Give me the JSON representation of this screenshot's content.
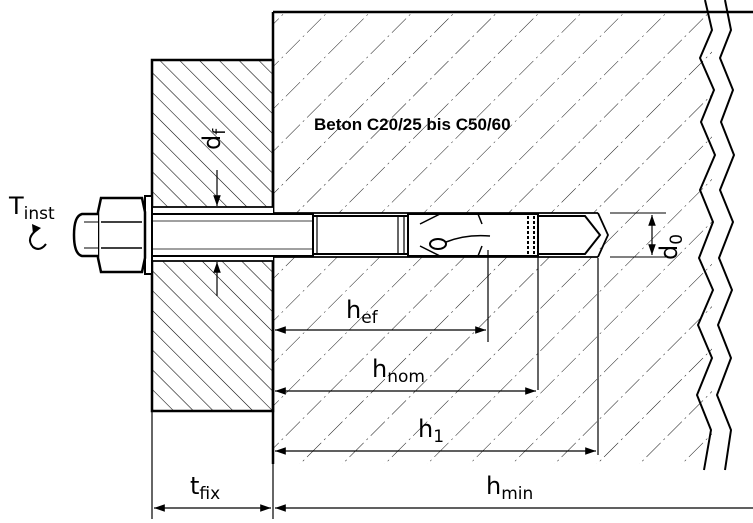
{
  "material_label": "Beton C20/25 bis C50/60",
  "labels": {
    "t_inst": {
      "main": "T",
      "sub": "inst"
    },
    "d_f": {
      "main": "d",
      "sub": "f"
    },
    "d_0": {
      "main": "d",
      "sub": "0"
    },
    "h_ef": {
      "main": "h",
      "sub": "ef"
    },
    "h_nom": {
      "main": "h",
      "sub": "nom"
    },
    "h_1": {
      "main": "h",
      "sub": "1"
    },
    "t_fix": {
      "main": "t",
      "sub": "fix"
    },
    "h_min": {
      "main": "h",
      "sub": "min"
    }
  },
  "colors": {
    "ink": "#000000",
    "paper": "#ffffff"
  }
}
